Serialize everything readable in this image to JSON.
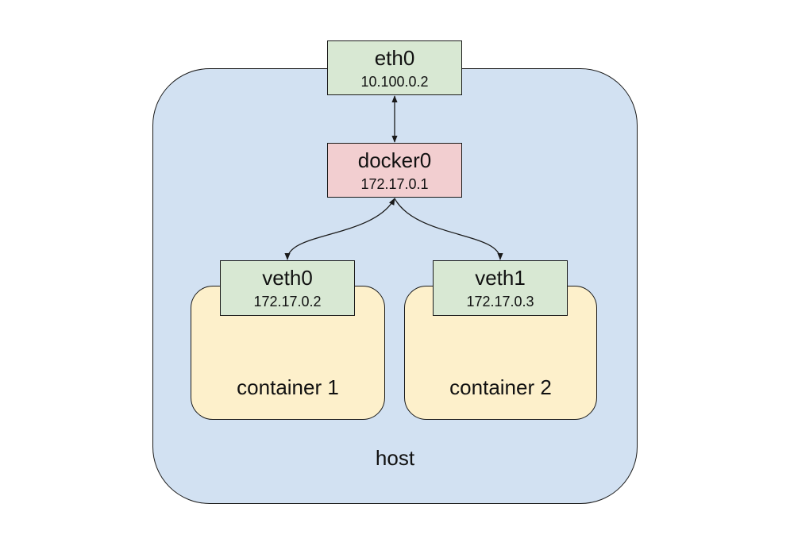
{
  "host": {
    "label": "host"
  },
  "interfaces": {
    "eth0": {
      "name": "eth0",
      "ip": "10.100.0.2"
    },
    "docker0": {
      "name": "docker0",
      "ip": "172.17.0.1"
    },
    "veth0": {
      "name": "veth0",
      "ip": "172.17.0.2"
    },
    "veth1": {
      "name": "veth1",
      "ip": "172.17.0.3"
    }
  },
  "containers": [
    {
      "label": "container 1"
    },
    {
      "label": "container 2"
    }
  ],
  "colors": {
    "host_fill": "#d2e1f2",
    "container_fill": "#fdf0cb",
    "interface_fill": "#d8e8d3",
    "bridge_fill": "#f2ced0",
    "stroke": "#1a1a1a"
  }
}
